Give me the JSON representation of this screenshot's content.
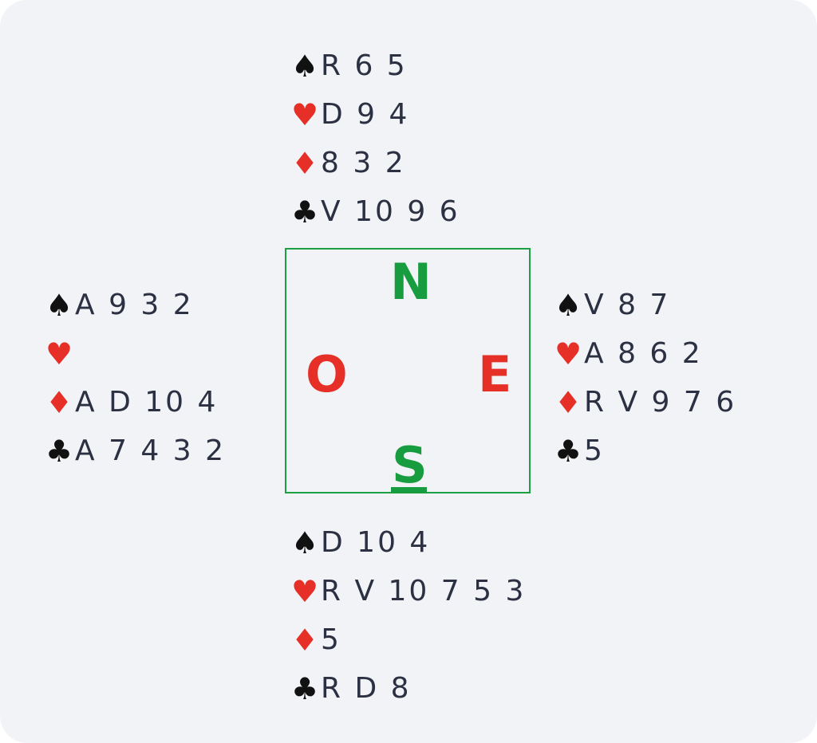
{
  "suits": {
    "spade": "♠",
    "heart": "♥",
    "diamond": "♦",
    "club": "♣"
  },
  "colors": {
    "black_suit": "#111111",
    "red_suit": "#e63027",
    "compass_green": "#179c3f",
    "card_text": "#2b3142"
  },
  "hands": {
    "north": {
      "spades": "R 6 5",
      "hearts": "D 9 4",
      "diamonds": "8 3 2",
      "clubs": "V 10 9 6"
    },
    "west": {
      "spades": "A 9 3 2",
      "hearts": "",
      "diamonds": "A D 10 4",
      "clubs": "A 7 4 3 2"
    },
    "east": {
      "spades": "V 8 7",
      "hearts": "A 8 6 2",
      "diamonds": "R V 9 7 6",
      "clubs": "5"
    },
    "south": {
      "spades": "D 10 4",
      "hearts": "R V 10 7 5 3",
      "diamonds": "5",
      "clubs": "R D 8"
    }
  },
  "compass": {
    "north": "N",
    "west": "O",
    "east": "E",
    "south": "S"
  }
}
